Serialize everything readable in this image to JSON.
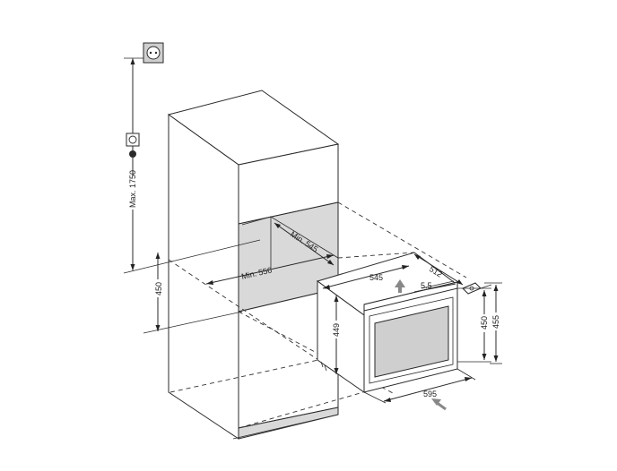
{
  "dimensions": {
    "max_height": "Max. 1750",
    "niche_height": "450",
    "niche_depth": "Min. 545",
    "niche_width": "Min. 556",
    "appliance_depth": "545",
    "appliance_total_depth": "512",
    "door_gap": "5.5",
    "appliance_height": "449",
    "front_width": "595",
    "front_height_inner": "450",
    "front_height_outer": "455"
  },
  "icons": {
    "socket": "power-socket-icon",
    "socket_small": "power-socket-small-icon",
    "plug": "plug-icon",
    "hinge": "door-hinge-icon",
    "airflow_in": "airflow-arrow-icon"
  },
  "colors": {
    "line": "#2a2a2a",
    "niche_fill": "#d9d9d9",
    "background": "#ffffff"
  }
}
